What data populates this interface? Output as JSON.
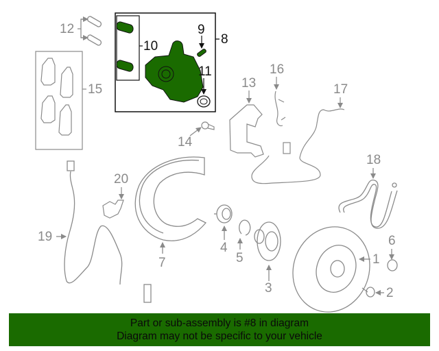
{
  "diagram": {
    "highlight_color": "#1a6b00",
    "line_color": "#8a8a8a",
    "selected_part": "8",
    "callouts": [
      {
        "id": "1",
        "label": "1",
        "part": "brake-rotor"
      },
      {
        "id": "2",
        "label": "2",
        "part": "rotor-screw"
      },
      {
        "id": "3",
        "label": "3",
        "part": "wheel-hub"
      },
      {
        "id": "4",
        "label": "4",
        "part": "wheel-bearing"
      },
      {
        "id": "5",
        "label": "5",
        "part": "snap-ring"
      },
      {
        "id": "6",
        "label": "6",
        "part": "bleeder-cap"
      },
      {
        "id": "7",
        "label": "7",
        "part": "splash-shield"
      },
      {
        "id": "8",
        "label": "8",
        "part": "caliper-assembly"
      },
      {
        "id": "9",
        "label": "9",
        "part": "bleeder-screw"
      },
      {
        "id": "10",
        "label": "10",
        "part": "guide-bushings"
      },
      {
        "id": "11",
        "label": "11",
        "part": "piston-seal"
      },
      {
        "id": "12",
        "label": "12",
        "part": "guide-pins"
      },
      {
        "id": "13",
        "label": "13",
        "part": "caliper-bracket"
      },
      {
        "id": "14",
        "label": "14",
        "part": "bracket-bolt"
      },
      {
        "id": "15",
        "label": "15",
        "part": "brake-pads"
      },
      {
        "id": "16",
        "label": "16",
        "part": "pad-spring-clip"
      },
      {
        "id": "17",
        "label": "17",
        "part": "pad-wear-sensor"
      },
      {
        "id": "18",
        "label": "18",
        "part": "brake-hose"
      },
      {
        "id": "19",
        "label": "19",
        "part": "abs-sensor"
      },
      {
        "id": "20",
        "label": "20",
        "part": "sensor-bracket"
      }
    ]
  },
  "banner": {
    "line1": "Part or sub-assembly is #8 in diagram",
    "line2": "Diagram may not be specific to your vehicle"
  }
}
